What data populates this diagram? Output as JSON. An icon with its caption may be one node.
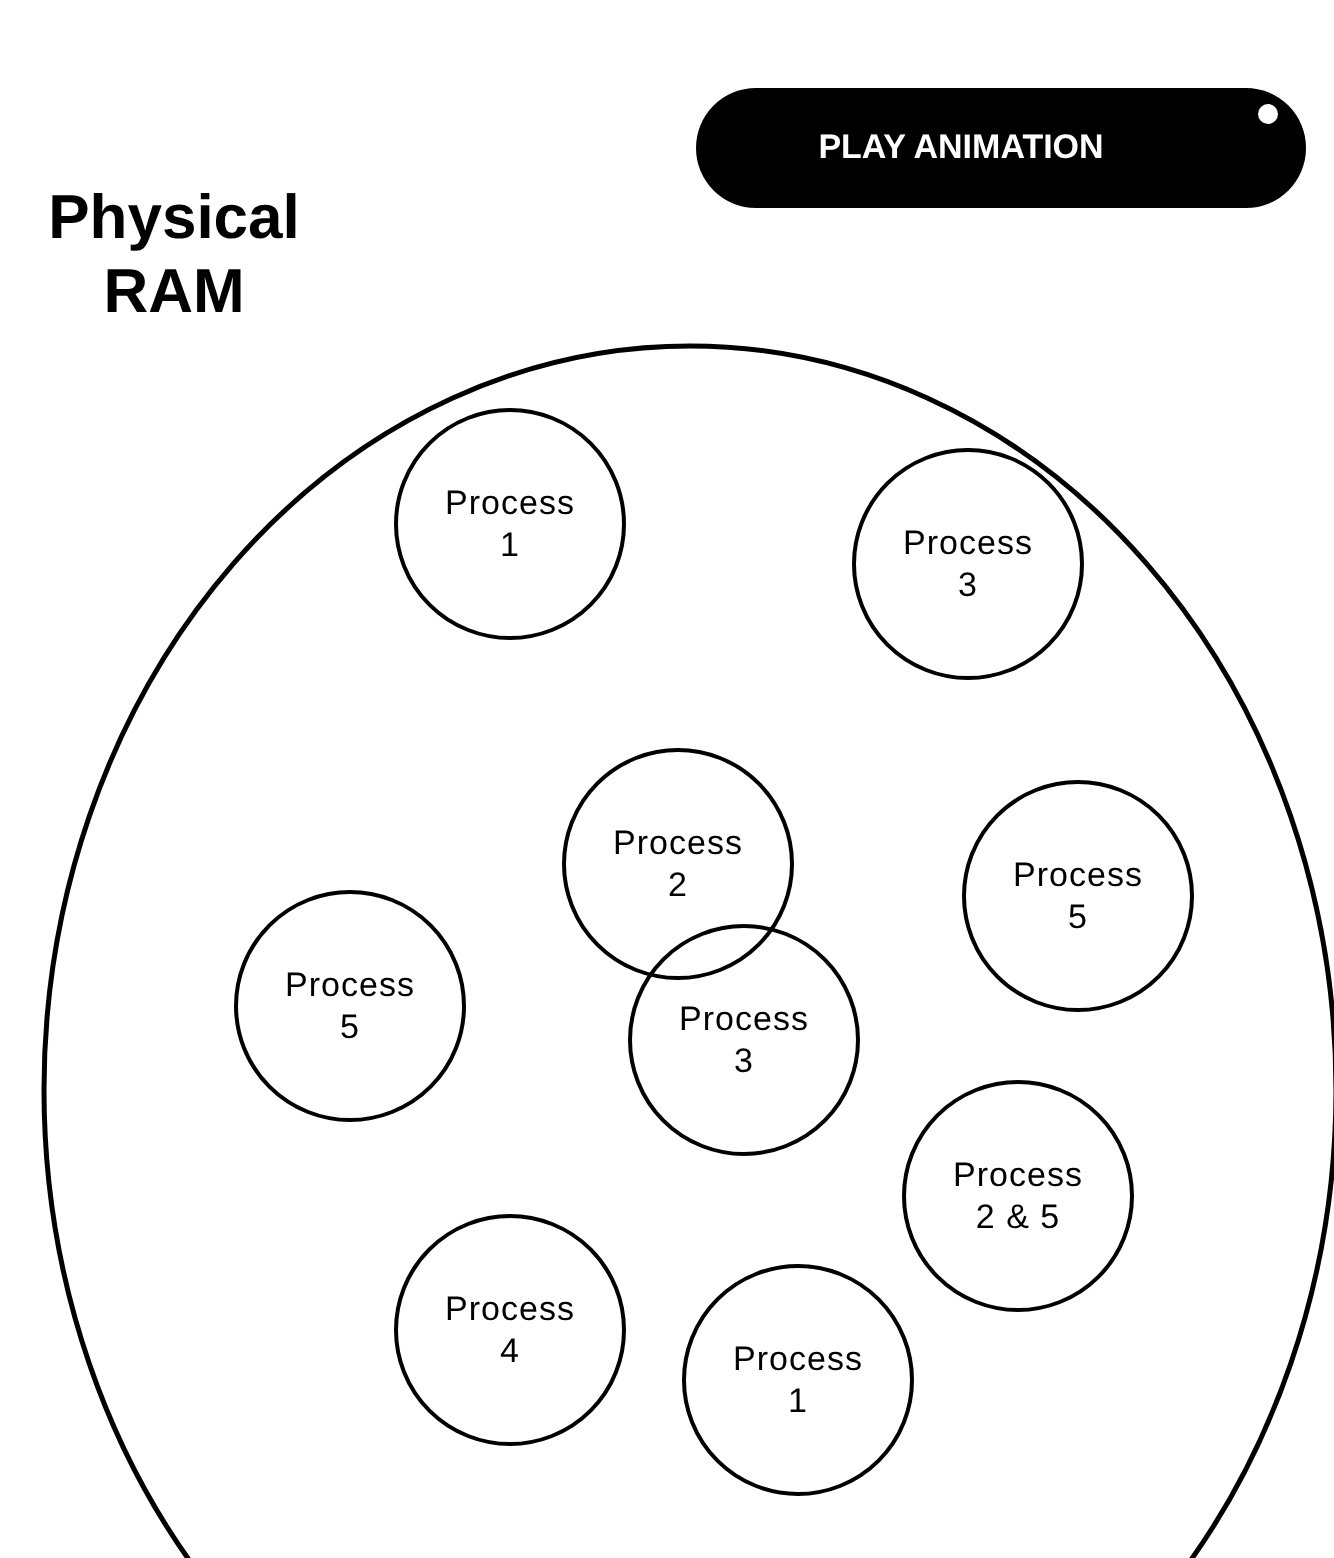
{
  "diagram": {
    "nodes": [
      {
        "text": [
          "PLAY ANIMATION"
        ]
      },
      {
        "text": [
          "Physical RAM"
        ]
      },
      {
        "text": [
          "Process 1"
        ],
        "in": 1
      },
      {
        "text": [
          "Process 3"
        ],
        "in": 1
      },
      {
        "text": [
          "Process 2"
        ],
        "in": 1
      },
      {
        "text": [
          "Process 5"
        ],
        "in": 1
      },
      {
        "text": [
          "Process 5"
        ],
        "in": 1
      },
      {
        "text": [
          "Process 3"
        ],
        "in": 1
      },
      {
        "text": [
          "Process 2 & 5"
        ],
        "in": 1
      },
      {
        "text": [
          "Process 4"
        ],
        "in": 1
      },
      {
        "text": [
          "Process 1"
        ],
        "in": 1
      }
    ]
  }
}
